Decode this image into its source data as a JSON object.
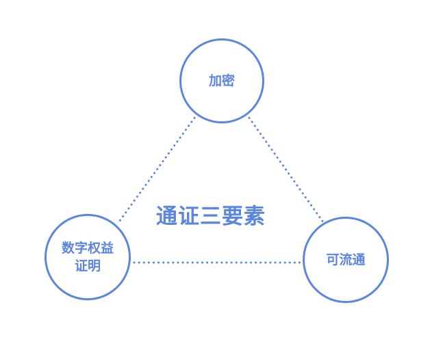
{
  "title": "通证三要素",
  "nodes": {
    "top": "加密",
    "left_line1": "数字权益",
    "left_line2": "证明",
    "right": "可流通"
  },
  "colors": {
    "accent": "#5b86e0"
  }
}
